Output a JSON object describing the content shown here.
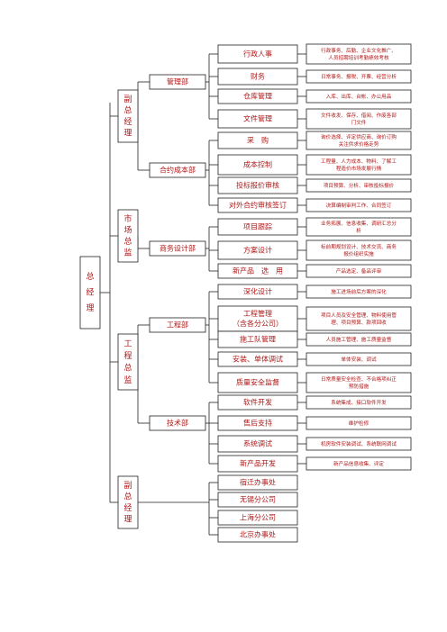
{
  "root": {
    "text": "总经理"
  },
  "level1": [
    {
      "text": "副总经理"
    },
    {
      "text": "市场总监"
    },
    {
      "text": "工程总监"
    },
    {
      "text": "副总经理"
    }
  ],
  "departments": [
    {
      "text": "管理部"
    },
    {
      "text": "合约成本部"
    },
    {
      "text": "商务设计部"
    },
    {
      "text": "工程部"
    },
    {
      "text": "技术部"
    }
  ],
  "items": [
    {
      "text": "行政人事",
      "desc": [
        "行政事务、后勤、企业文化推广、",
        "人员招聘培训考勤绩效考核"
      ]
    },
    {
      "text": "财务",
      "desc": [
        "日常事务、报税、开票、经营分析"
      ]
    },
    {
      "text": "仓库管理",
      "desc": [
        "入库、出库、台帐、办公用品"
      ]
    },
    {
      "text": "文件管理",
      "desc": [
        "文件收发、保存、借阅、作废各部",
        "门文件"
      ]
    },
    {
      "text": "采　购",
      "desc": [
        "询价选择、评定供应商、询价订购",
        "关注供求价格走势"
      ]
    },
    {
      "text": "成本控制",
      "desc": [
        "工程量、人力成本、物料、了解工",
        "程造价市场发展行情"
      ]
    },
    {
      "text": "投标报价审核",
      "desc": [
        "项目预算、分析、审核投标报价"
      ]
    },
    {
      "text": "对外合约审核签订",
      "desc": [
        "决算编制审判工作、合同签订"
      ]
    },
    {
      "text": "项目跟踪",
      "desc": [
        "业务拓展、信息收集、调研汇总分",
        "析"
      ]
    },
    {
      "text": "方案设计",
      "desc": [
        "标前期规划设计、技术交流、商务",
        "报价组织实施"
      ]
    },
    {
      "text": "新产品　选　用",
      "desc": [
        "产品选定、备品评审"
      ]
    },
    {
      "text": "深化设计",
      "desc": [
        "施工进场前后方案的深化"
      ]
    },
    {
      "text": "工程管理\n（含各分公司）",
      "desc": [
        "项目人员及安全管理、物料使用管",
        "理、项目预算、款项回收"
      ]
    },
    {
      "text": "施工队管理",
      "desc": [
        "人员施工管理、施工质量监督"
      ]
    },
    {
      "text": "安装、单体调试",
      "desc": [
        "单体安装、调试"
      ]
    },
    {
      "text": "质量安全监督",
      "desc": [
        "日常质量安全检查、不合格项纠正",
        "预防措施"
      ]
    },
    {
      "text": "软件开发",
      "desc": [
        "系统集成、接口软件开发"
      ]
    },
    {
      "text": "售后支持",
      "desc": [
        "维护检修"
      ]
    },
    {
      "text": "系统调试",
      "desc": [
        "机房软件安装调试、系统联网调试"
      ]
    },
    {
      "text": "新产品开发",
      "desc": [
        "新产品信息收集、评定"
      ]
    }
  ],
  "branches": [
    {
      "text": "宿迁办事处"
    },
    {
      "text": "无锡分公司"
    },
    {
      "text": "上海分公司"
    },
    {
      "text": "北京办事处"
    }
  ]
}
